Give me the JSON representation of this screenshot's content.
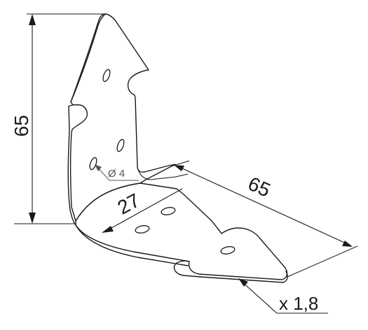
{
  "dimensions": {
    "height": "65",
    "length": "65",
    "width": "27",
    "hole_diameter": "Ø 4",
    "thickness": "x 1,8"
  }
}
